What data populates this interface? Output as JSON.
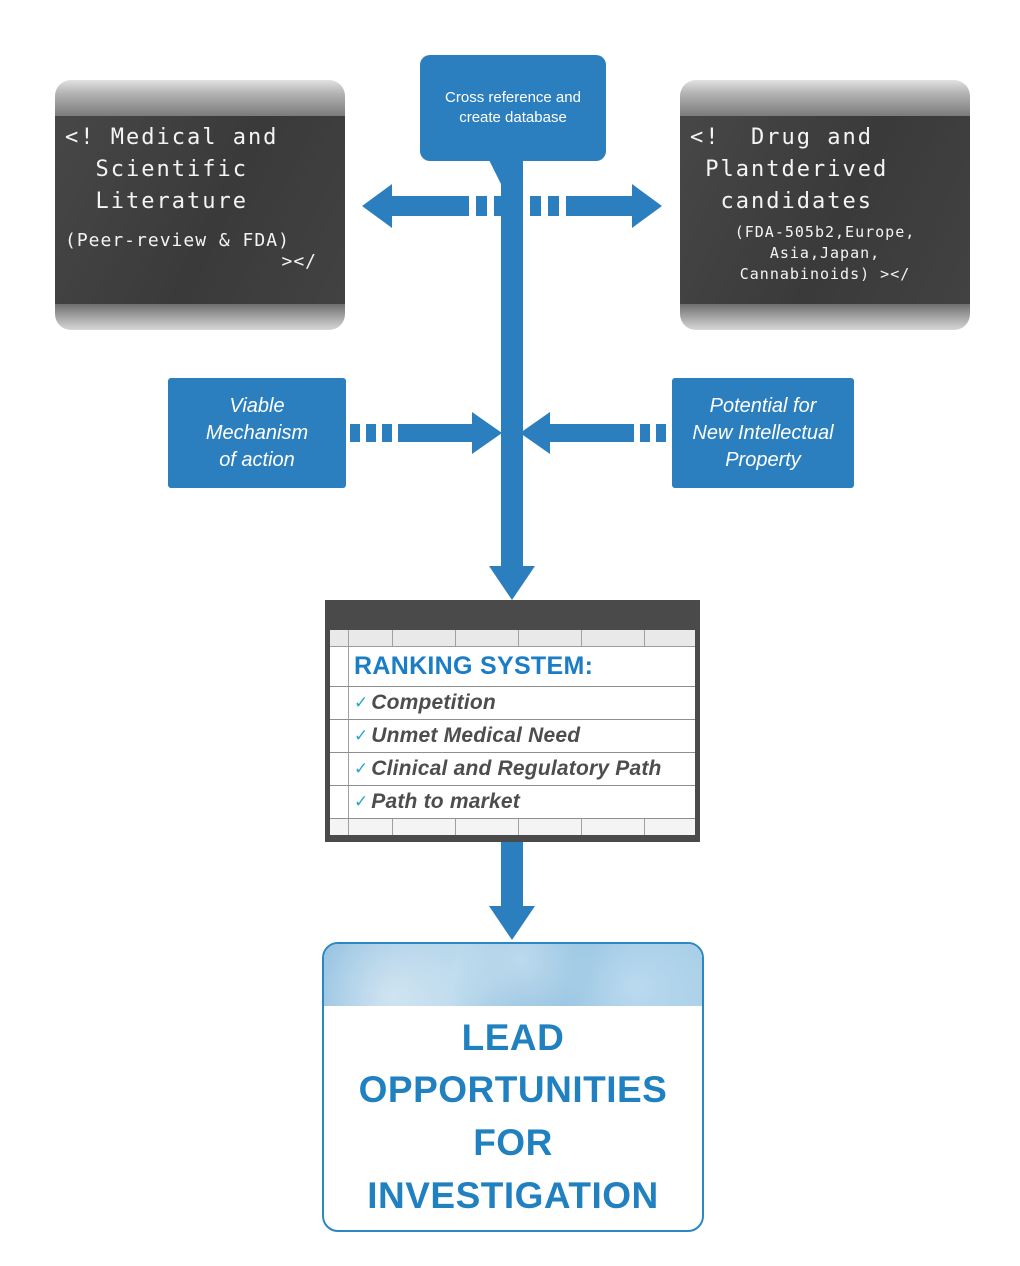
{
  "colors": {
    "accent_blue": "#2b7fbe",
    "title_blue": "#1a7dc5",
    "lead_text_blue": "#2180bf",
    "check_teal": "#2aa6cd",
    "dark_box": "#3f3f3f",
    "table_frame": "#4a4a4a"
  },
  "bubble": {
    "text": "Cross reference and create database"
  },
  "left_code_box": {
    "code_lines": "<! Medical and\n  Scientific\n  Literature",
    "subtitle": "(Peer-review & FDA)",
    "close_tag": "></"
  },
  "right_code_box": {
    "code_lines": "<!  Drug and\n Plantderived\n  candidates",
    "subtitle_lines": "(FDA-505b2,Europe,\nAsia,Japan,\nCannabinoids) ></"
  },
  "viable_box": {
    "lines": [
      "Viable",
      "Mechanism",
      "of action"
    ]
  },
  "ip_box": {
    "lines": [
      "Potential for",
      "New Intellectual",
      "Property"
    ]
  },
  "ranking_table": {
    "title": "RANKING SYSTEM:",
    "check": "✓",
    "items": [
      "Competition",
      "Unmet Medical Need",
      "Clinical and Regulatory Path",
      "Path to market"
    ]
  },
  "lead_box": {
    "lines": [
      "LEAD",
      "OPPORTUNITIES",
      "FOR",
      "INVESTIGATION"
    ]
  }
}
